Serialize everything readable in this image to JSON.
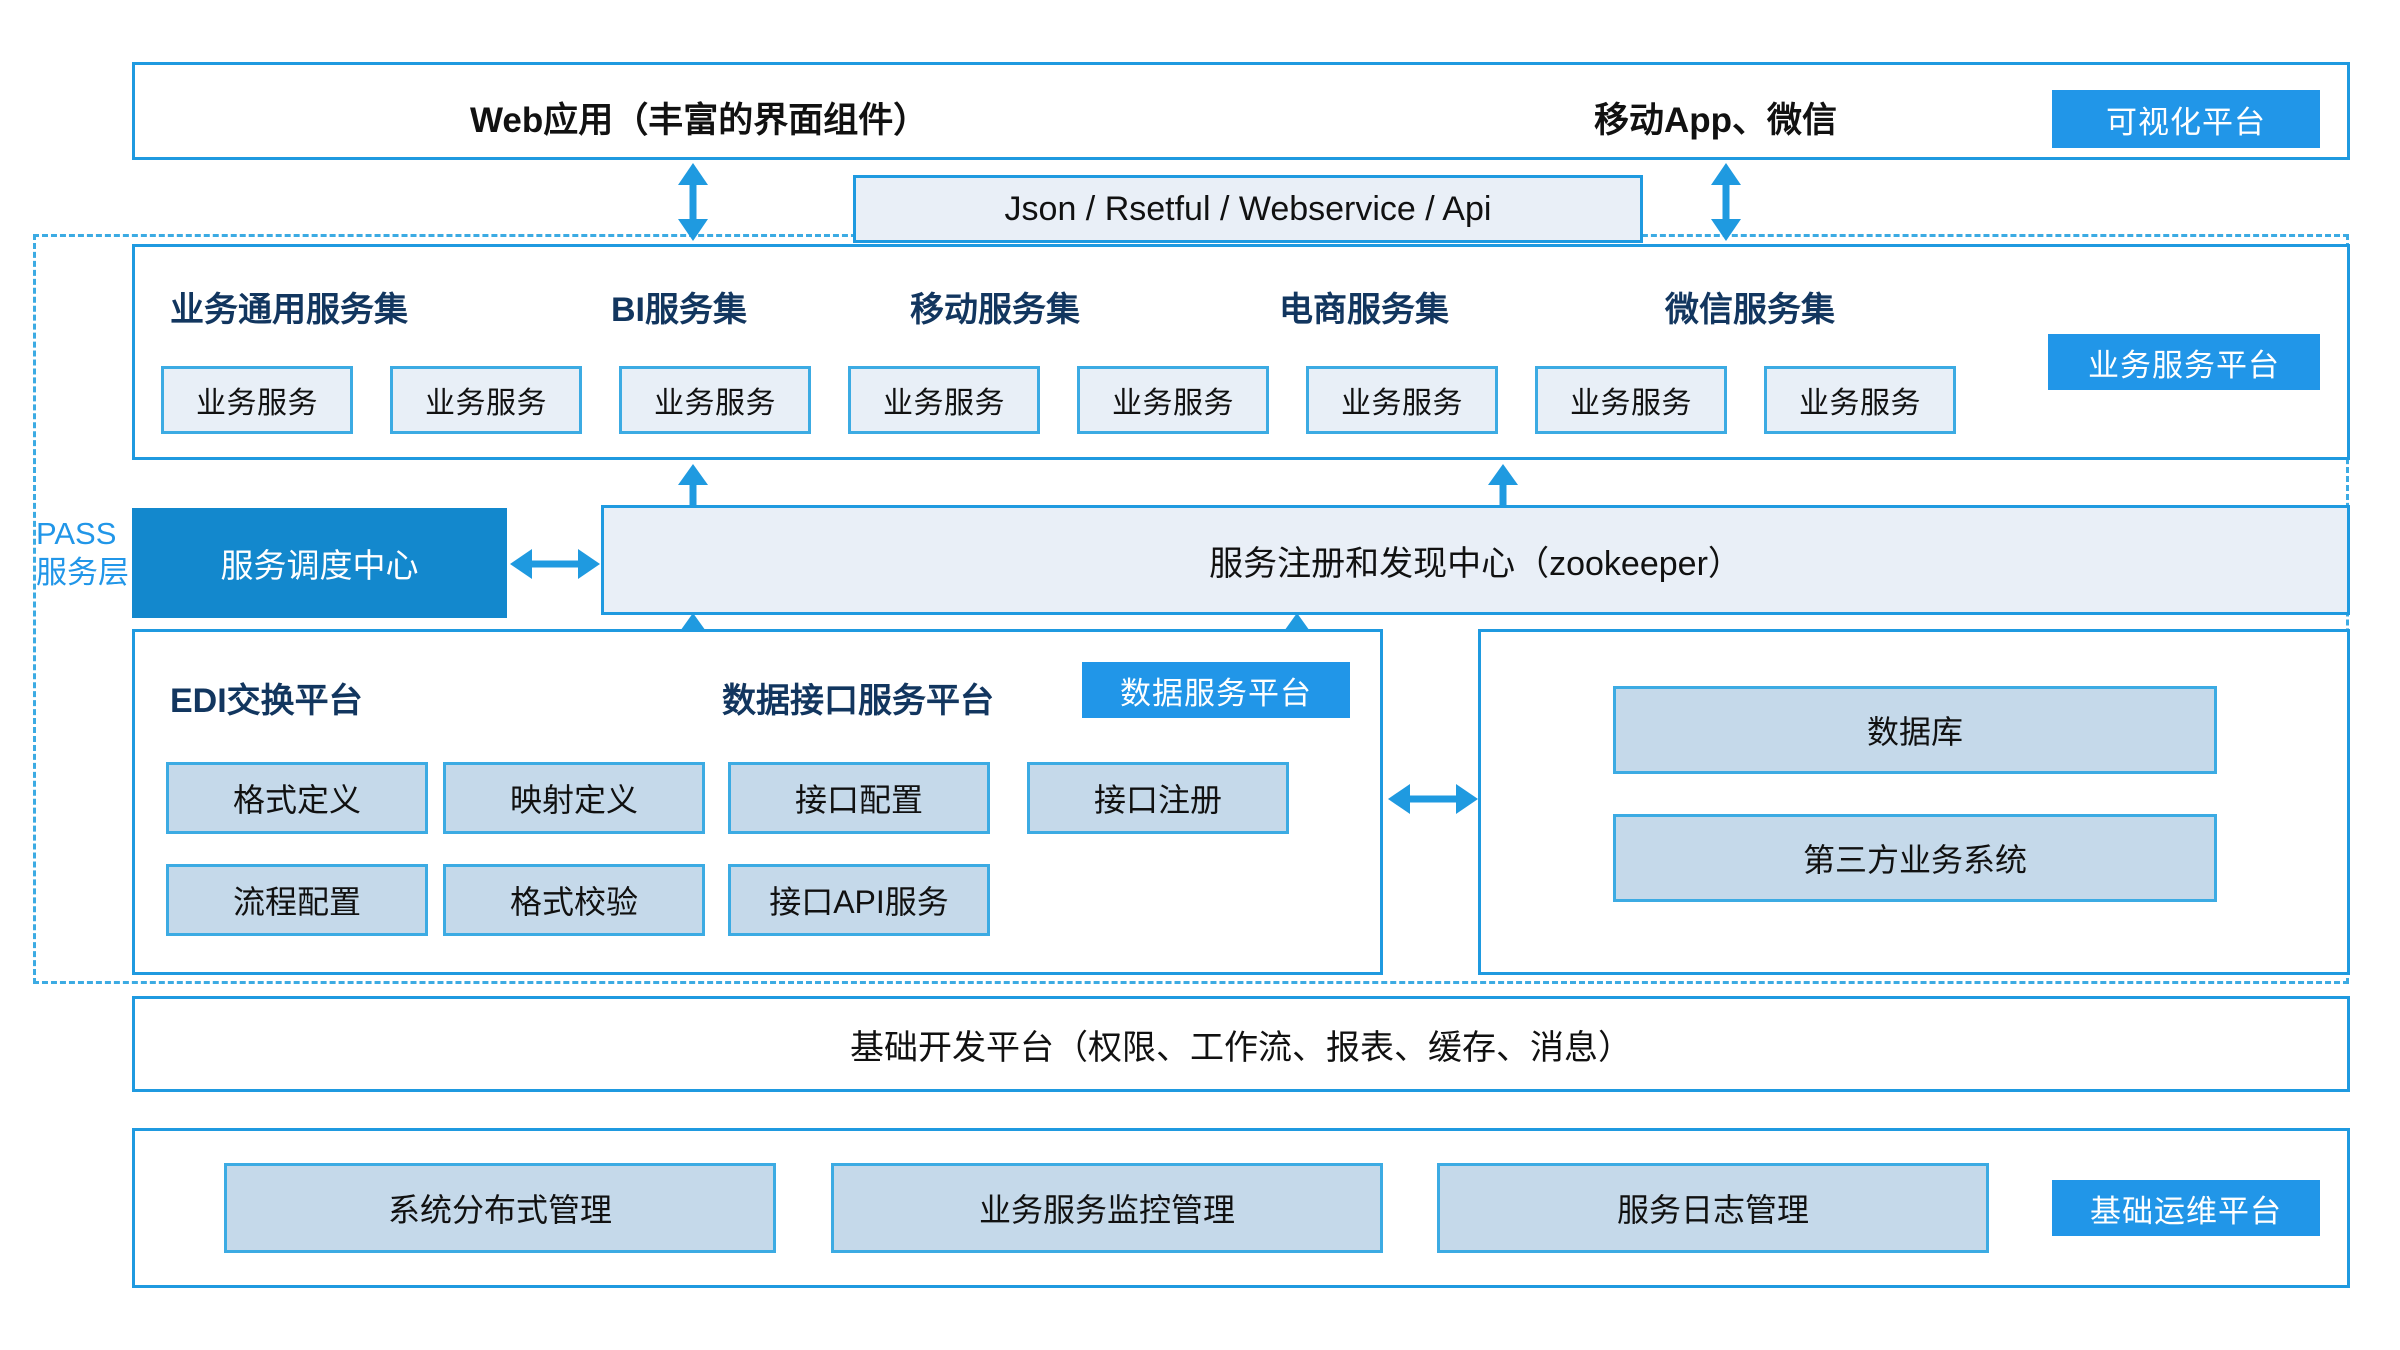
{
  "diagram": {
    "title_presentation_layer": {
      "web_app": "Web应用（丰富的界面组件）",
      "mobile_app": "移动App、微信",
      "badge": "可视化平台"
    },
    "api_band": {
      "label": "Json / Rsetful / Webservice / Api"
    },
    "pass_layer": {
      "label_line1": "PASS",
      "label_line2": "服务层"
    },
    "business_service_platform": {
      "badge": "业务服务平台",
      "service_sets": [
        {
          "title": "业务通用服务集",
          "services": [
            "业务服务",
            "业务服务"
          ]
        },
        {
          "title": "BI服务集",
          "services": [
            "业务服务"
          ]
        },
        {
          "title": "移动服务集",
          "services": [
            "业务服务",
            "业务服务"
          ]
        },
        {
          "title": "电商服务集",
          "services": [
            "业务服务",
            "业务服务"
          ]
        },
        {
          "title": "微信服务集",
          "services": [
            "业务服务",
            "业务服务"
          ]
        }
      ],
      "all_service_boxes": [
        "业务服务",
        "业务服务",
        "业务服务",
        "业务服务",
        "业务服务",
        "业务服务",
        "业务服务",
        "业务服务"
      ]
    },
    "registry_row": {
      "dispatch_center": "服务调度中心",
      "registry_center": "服务注册和发现中心（zookeeper）"
    },
    "data_service_platform": {
      "badge": "数据服务平台",
      "edi_platform": {
        "title": "EDI交换平台",
        "items": [
          "格式定义",
          "映射定义",
          "流程配置",
          "格式校验"
        ]
      },
      "data_interface_platform": {
        "title": "数据接口服务平台",
        "items": [
          "接口配置",
          "接口注册",
          "接口API服务"
        ]
      },
      "external": {
        "items": [
          "数据库",
          "第三方业务系统"
        ]
      }
    },
    "base_dev_platform": {
      "label": "基础开发平台（权限、工作流、报表、缓存、消息）"
    },
    "ops_platform": {
      "badge": "基础运维平台",
      "items": [
        "系统分布式管理",
        "业务服务监控管理",
        "服务日志管理"
      ]
    },
    "colors": {
      "accent_blue": "#1f9ae0",
      "badge_blue": "#2196e8",
      "solid_blue": "#1388cd",
      "chip_fill": "#e8eff7",
      "chip_deep_fill": "#c5d9ea",
      "header_navy": "#12365f",
      "band_fill": "#e9eff7"
    }
  }
}
